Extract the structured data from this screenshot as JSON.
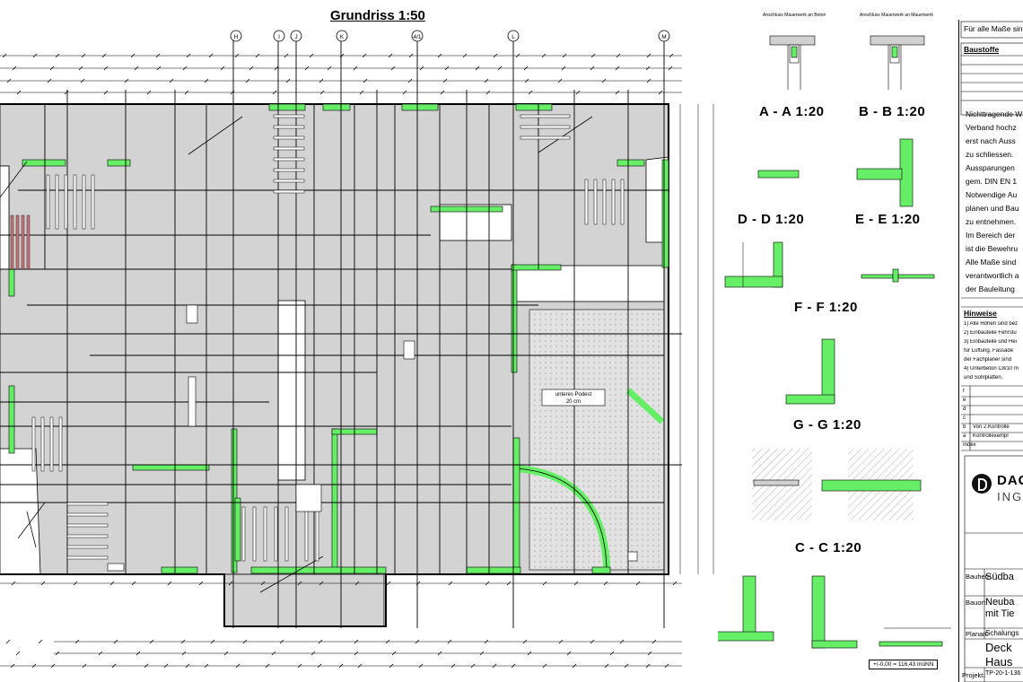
{
  "drawing": {
    "title": "Grundriss  1:50",
    "axes": [
      "H",
      "I",
      "J",
      "K",
      "4/1",
      "L",
      "M"
    ],
    "room_label": [
      "unteres Podest",
      "20 cm"
    ],
    "elevation_note": "+/-0,00 = 116,43 müNN"
  },
  "details": {
    "top_left_caption": "Anschluss Mauerwerk an Beton",
    "top_right_caption": "Anschluss Mauerwerk an Mauerwerk",
    "sections": [
      {
        "label": "A - A  1:20"
      },
      {
        "label": "B - B  1:20"
      },
      {
        "label": "D - D  1:20"
      },
      {
        "label": "E - E  1:20"
      },
      {
        "label": "F - F  1:20"
      },
      {
        "label": "G - G  1:20"
      },
      {
        "label": "C - C  1:20"
      }
    ]
  },
  "legend": {
    "header": "Für alle Maße sin",
    "baustoffe_title": "Baustoffe",
    "notes": [
      "Nichttragende W",
      "Verband hochz",
      "erst nach Auss",
      "zu schliessen.",
      "Aussparungen",
      "gem. DIN EN 1",
      "Notwendige Au",
      "planen und Bau",
      "zu entnehmen.",
      "Im Bereich der",
      "ist die Bewehru",
      "Alle Maße sind",
      "verantwortlich a",
      "der Bauleitung"
    ],
    "hinweise_title": "Hinweise",
    "hinweise": [
      "1) Alle Höhen sind bez",
      "2) Einbauteile Fehrstu",
      "3) Einbauteile und Hei",
      "    für Lüftung, Fassade",
      "    der Fachplaner sind",
      "4) Unterbeton C8/10 m",
      "    und Sohlplatten."
    ],
    "revisions": [
      {
        "idx": "f",
        "text": ""
      },
      {
        "idx": "e",
        "text": ""
      },
      {
        "idx": "d",
        "text": ""
      },
      {
        "idx": "c",
        "text": ""
      },
      {
        "idx": "b",
        "text": "Von 2.Kontrolle"
      },
      {
        "idx": "a",
        "text": "Kontrollexempl"
      },
      {
        "idx": "Index",
        "text": ""
      }
    ]
  },
  "title_block": {
    "brand_line1": "DAG",
    "brand_line2": "INGE",
    "bauherr_label": "Bauherr:",
    "bauherr_value": "Südba",
    "bauort_label": "Bauort:",
    "bauort_value": "Neuba",
    "bauort_value2": "mit Tie",
    "planart_label": "Planart:",
    "planart_value": "Schalungs",
    "plan_title1": "Deck",
    "plan_title2": "Haus",
    "projekt_label": "Projekt:",
    "projekt_value": "TP-20-1-136"
  },
  "colors": {
    "wall_fill": "#d0d0d0",
    "new_wall_green": "#66ee66",
    "line": "#000000",
    "brick_red": "#c87878"
  }
}
